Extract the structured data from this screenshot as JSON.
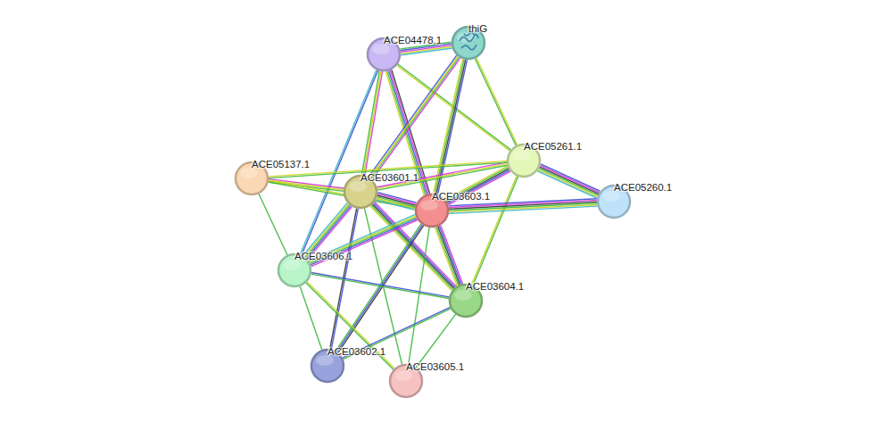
{
  "diagram": {
    "nodes": [
      {
        "text": [
          "ACE04478.1"
        ]
      },
      {
        "text": [
          "thiG"
        ]
      },
      {
        "text": [
          "ACE05261.1"
        ]
      },
      {
        "text": [
          "ACE05260.1"
        ]
      },
      {
        "text": [
          "ACE05137.1"
        ]
      },
      {
        "text": [
          "ACE03601.1"
        ]
      },
      {
        "text": [
          "ACE03603.1"
        ]
      },
      {
        "text": [
          "ACE03606.1"
        ]
      },
      {
        "text": [
          "ACE03604.1"
        ]
      },
      {
        "text": [
          "ACE03602.1"
        ]
      },
      {
        "text": [
          "ACE03605.1"
        ]
      }
    ],
    "edges": [
      {
        "from": 0,
        "to": 1,
        "arrow": "none"
      },
      {
        "from": 0,
        "to": 6,
        "arrow": "none"
      },
      {
        "from": 0,
        "to": 5,
        "arrow": "none"
      },
      {
        "from": 0,
        "to": 7,
        "arrow": "none"
      },
      {
        "from": 0,
        "to": 2,
        "arrow": "none"
      },
      {
        "from": 1,
        "to": 5,
        "arrow": "none"
      },
      {
        "from": 1,
        "to": 6,
        "arrow": "none"
      },
      {
        "from": 1,
        "to": 2,
        "arrow": "none"
      },
      {
        "from": 2,
        "to": 3,
        "arrow": "none"
      },
      {
        "from": 2,
        "to": 6,
        "arrow": "none"
      },
      {
        "from": 2,
        "to": 5,
        "arrow": "none"
      },
      {
        "from": 2,
        "to": 4,
        "arrow": "none"
      },
      {
        "from": 2,
        "to": 8,
        "arrow": "none"
      },
      {
        "from": 6,
        "to": 3,
        "arrow": "none"
      },
      {
        "from": 4,
        "to": 5,
        "arrow": "none"
      },
      {
        "from": 4,
        "to": 7,
        "arrow": "none"
      },
      {
        "from": 4,
        "to": 6,
        "arrow": "none"
      },
      {
        "from": 5,
        "to": 6,
        "arrow": "none"
      },
      {
        "from": 5,
        "to": 7,
        "arrow": "none"
      },
      {
        "from": 5,
        "to": 8,
        "arrow": "none"
      },
      {
        "from": 5,
        "to": 9,
        "arrow": "none"
      },
      {
        "from": 5,
        "to": 10,
        "arrow": "none"
      },
      {
        "from": 6,
        "to": 7,
        "arrow": "none"
      },
      {
        "from": 6,
        "to": 8,
        "arrow": "none"
      },
      {
        "from": 6,
        "to": 9,
        "arrow": "none"
      },
      {
        "from": 6,
        "to": 10,
        "arrow": "none"
      },
      {
        "from": 7,
        "to": 8,
        "arrow": "none"
      },
      {
        "from": 7,
        "to": 9,
        "arrow": "none"
      },
      {
        "from": 7,
        "to": 10,
        "arrow": "none"
      },
      {
        "from": 9,
        "to": 8,
        "arrow": "none"
      },
      {
        "from": 10,
        "to": 8,
        "arrow": "none"
      }
    ]
  }
}
